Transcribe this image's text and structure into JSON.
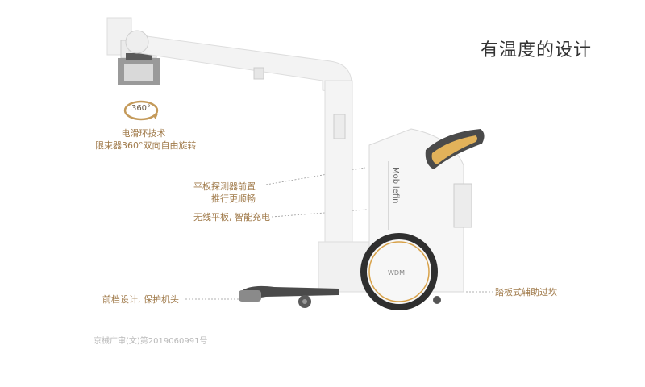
{
  "page": {
    "title": "有温度的设计",
    "footer": "京械广审(文)第2019060991号"
  },
  "badge": {
    "text": "360°",
    "icon": "rotation-arrow-icon"
  },
  "callouts": {
    "slip_ring_line1": "电滑环技术",
    "slip_ring_line2": "限束器360°双向自由旋转",
    "detector_line1": "平板探测器前置",
    "detector_line2": "推行更顺畅",
    "wireless": "无线平板, 智能充电",
    "front_guard": "前档设计, 保护机头",
    "pedal": "踏板式辅助过坎"
  },
  "machine": {
    "side_text": "Mobilefin",
    "wheel_text": "WDM"
  },
  "colors": {
    "accent": "#a07a4a",
    "handle": "#e2b25a",
    "dark": "#4a4a4a"
  }
}
